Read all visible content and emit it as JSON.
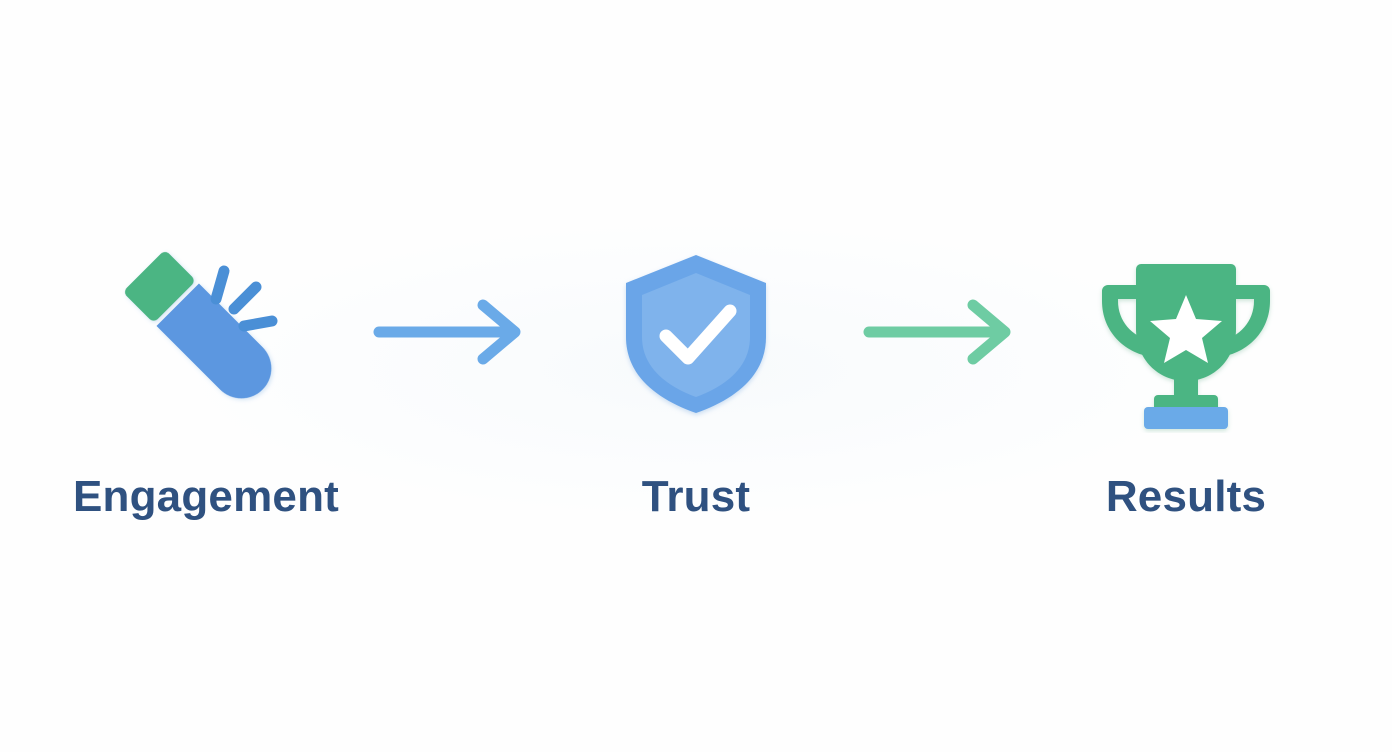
{
  "page": {
    "title": "Engagement to Trust to Results flow",
    "background_color": "#fefefe",
    "type": "three-step-horizontal-flow"
  },
  "palette": {
    "blue": "#5b97e0",
    "blue_light": "#7fb3ec",
    "blue_mid": "#6aa5e8",
    "green": "#4cb583",
    "green_light": "#74cca3",
    "arrow_blue": "#6aaae8",
    "arrow_green": "#6ecca3",
    "label_navy": "#2f5180",
    "white": "#ffffff"
  },
  "flow": {
    "steps": [
      {
        "id": "engagement",
        "label": "Engagement",
        "icon": "rocket-capsule-icon",
        "icon_colors": {
          "body": "#5b97e0",
          "cap": "#4cb583",
          "sparks": "#4a8fd6"
        }
      },
      {
        "id": "trust",
        "label": "Trust",
        "icon": "shield-check-icon",
        "icon_colors": {
          "outer": "#6aa5e8",
          "inner": "#7fb3ec",
          "check": "#ffffff"
        }
      },
      {
        "id": "results",
        "label": "Results",
        "icon": "trophy-star-icon",
        "icon_colors": {
          "cup": "#4cb583",
          "star": "#ffffff",
          "base": "#6aaae8"
        }
      }
    ],
    "connectors": [
      {
        "id": "arrow-engagement-to-trust",
        "icon": "arrow-right-icon",
        "color": "#6aaae8"
      },
      {
        "id": "arrow-trust-to-results",
        "icon": "arrow-right-icon",
        "color": "#6ecca3"
      }
    ]
  }
}
